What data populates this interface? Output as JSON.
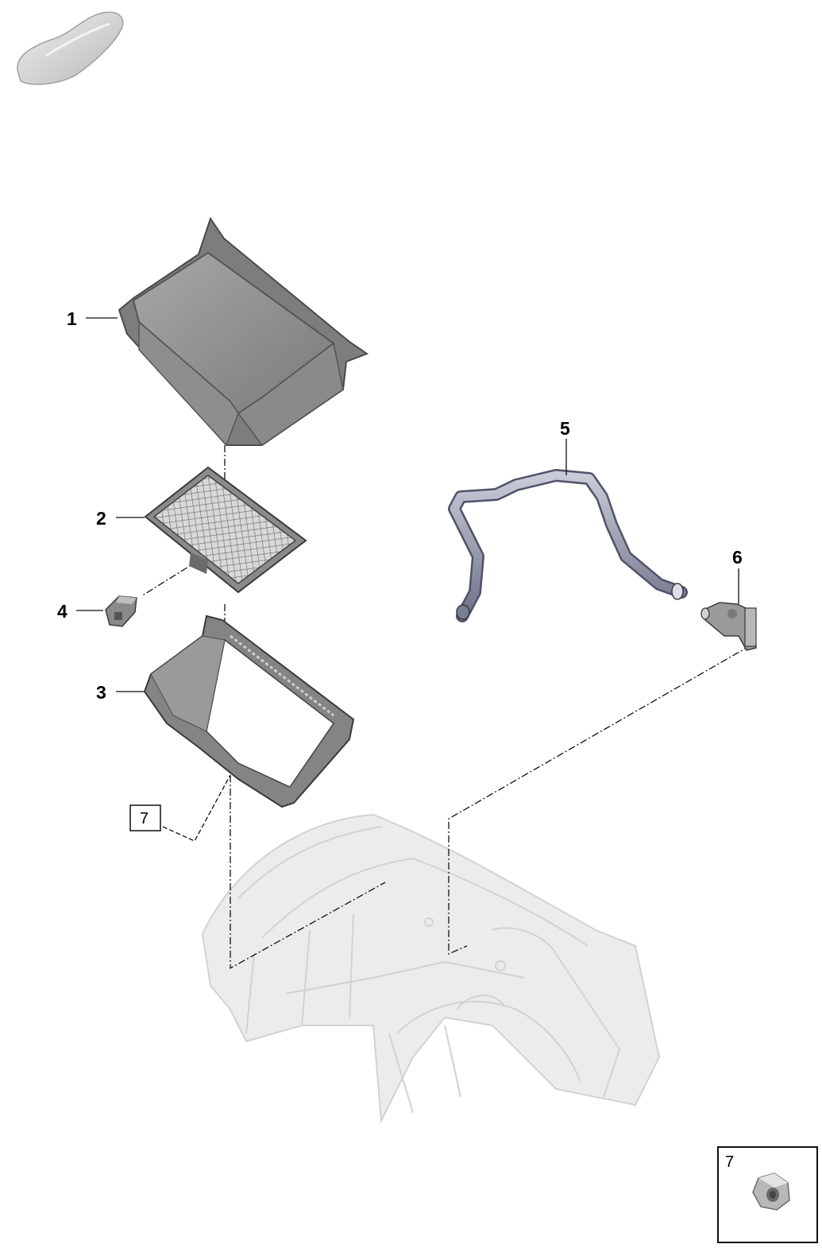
{
  "diagram": {
    "callouts": {
      "c1": "1",
      "c2": "2",
      "c3": "3",
      "c4": "4",
      "c5": "5",
      "c6": "6",
      "c7_ref": "7",
      "c7_inset": "7"
    }
  },
  "colors": {
    "part_fill": "#9c9c9c",
    "part_dark": "#6f6f6f",
    "body_ghost": "#dcdcdc",
    "hose_fill": "#8f92a6"
  },
  "icons": {
    "vehicle": "car-silhouette-icon",
    "nut": "nut-icon"
  }
}
